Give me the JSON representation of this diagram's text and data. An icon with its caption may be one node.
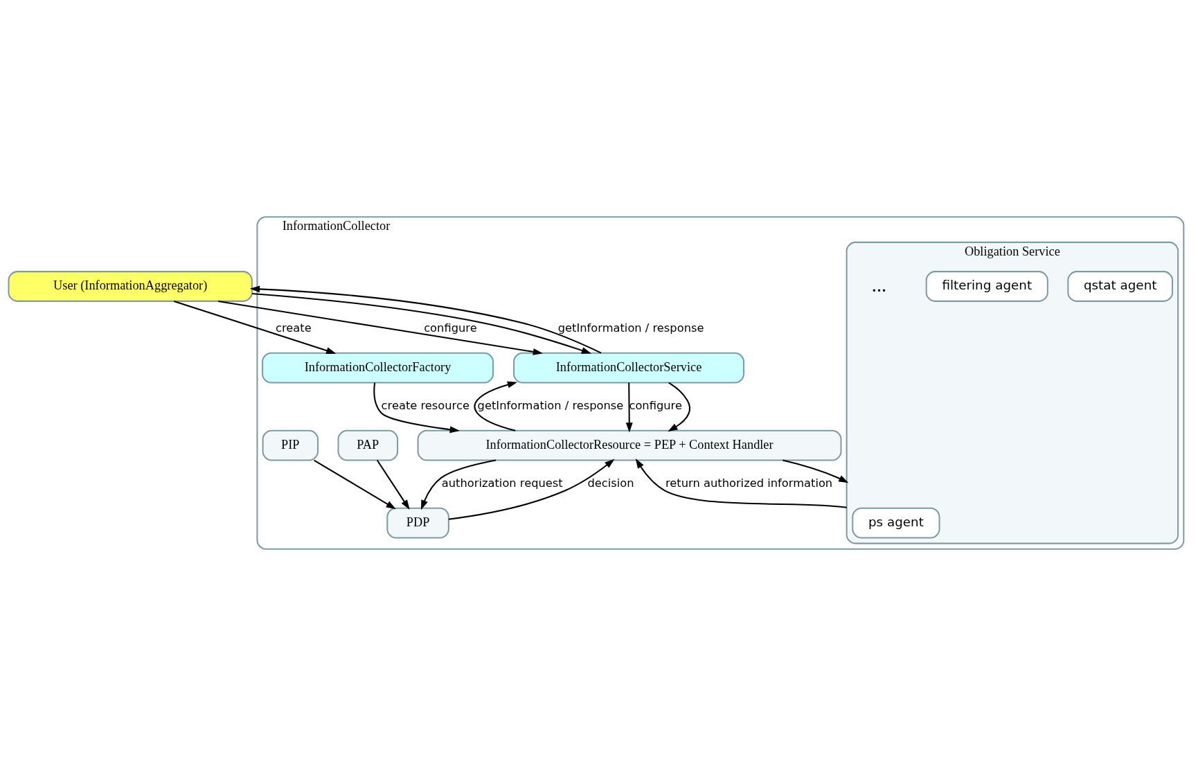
{
  "diagram": {
    "nodes": [
      {
        "text": [
          "User (InformationAggregator)"
        ]
      },
      {
        "text": [
          "InformationCollector"
        ]
      },
      {
        "text": [
          "InformationCollectorFactory"
        ],
        "in": 1
      },
      {
        "text": [
          "InformationCollectorService"
        ],
        "in": 1
      },
      {
        "text": [
          "InformationCollectorResource = PEP + Context Handler"
        ],
        "in": 1
      },
      {
        "text": [
          "PDP"
        ],
        "in": 1
      },
      {
        "text": [
          "Obligation Service"
        ],
        "in": 1
      },
      {
        "text": [
          "ps agent"
        ],
        "in": 6
      },
      {
        "text": [
          "qstat agent"
        ],
        "in": 6
      },
      {
        "text": [
          "filtering agent"
        ],
        "in": 6
      },
      {
        "text": [
          "PAP"
        ],
        "in": 1
      },
      {
        "text": [
          "PIP"
        ],
        "in": 1
      }
    ],
    "edges": [
      {
        "from": 0,
        "to": 2,
        "arrow": "to",
        "label": "create"
      },
      {
        "from": 0,
        "to": 3,
        "arrow": "to",
        "label": "configure"
      },
      {
        "from": 0,
        "to": 3,
        "arrow": "to"
      },
      {
        "from": 3,
        "to": 0,
        "arrow": "to",
        "label": "getInformation / response"
      },
      {
        "from": 2,
        "to": 4,
        "arrow": "to",
        "label": "create resource"
      },
      {
        "from": 3,
        "to": 4,
        "arrow": "to",
        "label": "configure"
      },
      {
        "from": 3,
        "to": 4,
        "arrow": "to"
      },
      {
        "from": 4,
        "to": 3,
        "arrow": "to",
        "label": "getInformation / response"
      },
      {
        "from": 4,
        "to": 5,
        "arrow": "to",
        "label": "authorization request"
      },
      {
        "from": 5,
        "to": 4,
        "arrow": "to",
        "label": "decision"
      },
      {
        "from": 4,
        "to": 6,
        "arrow": "to"
      },
      {
        "from": 6,
        "to": 4,
        "arrow": "to",
        "label": "return authorized information"
      },
      {
        "from": 10,
        "to": 5,
        "arrow": "to"
      },
      {
        "from": 11,
        "to": 5,
        "arrow": "to"
      }
    ],
    "labels": [
      "..."
    ]
  }
}
